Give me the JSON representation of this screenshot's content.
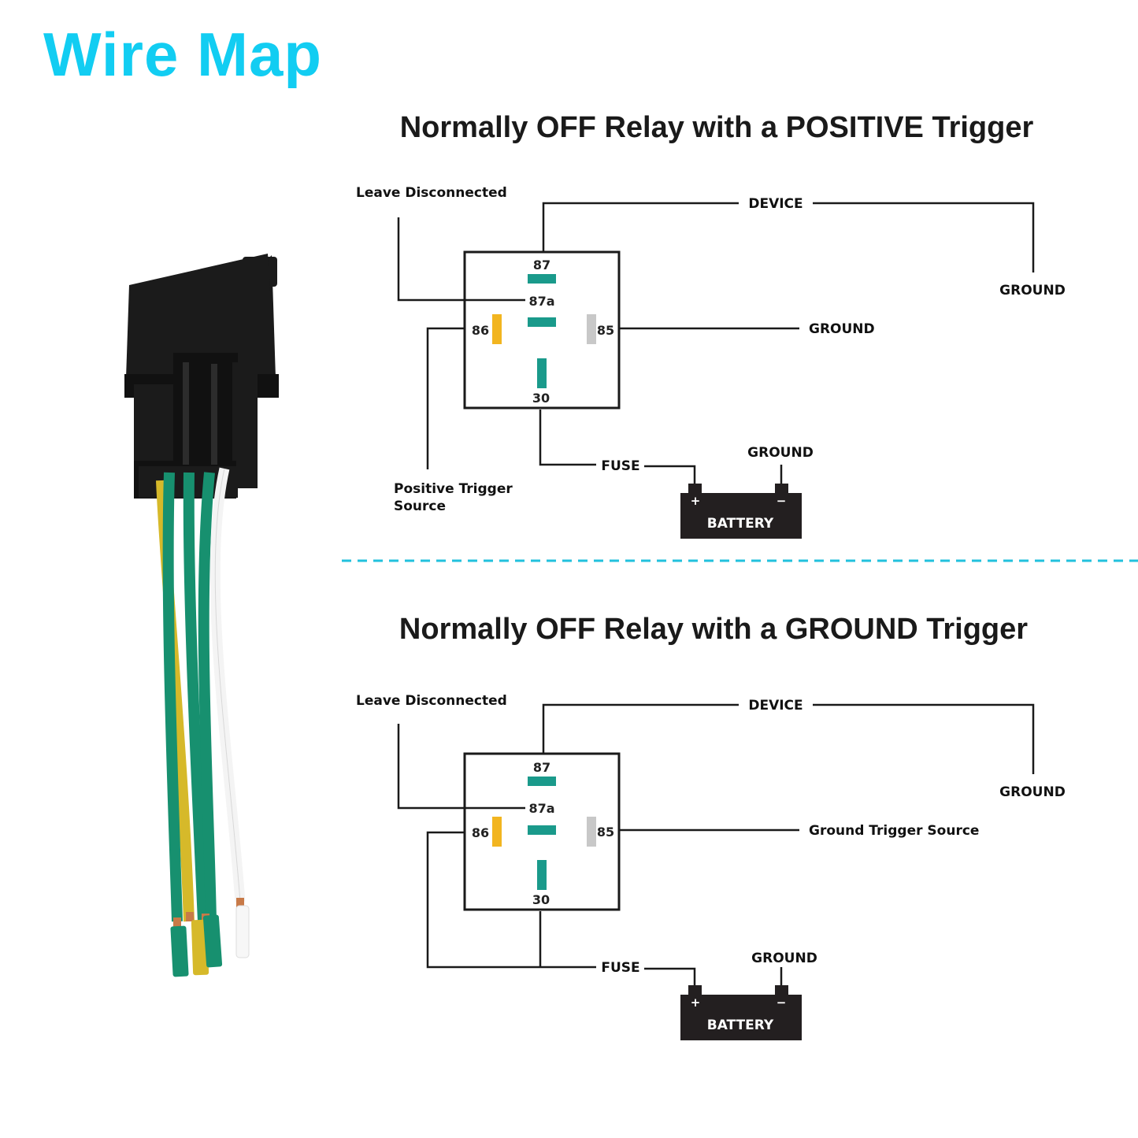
{
  "title": "Wire Map",
  "colors": {
    "title": "#12cdf2",
    "divider": "#22c1dd",
    "pin_contact": "#1a9a8b",
    "pin_86": "#f2b520",
    "pin_85": "#c8c8c8",
    "battery": "#231f20",
    "wire_green": "#17906f",
    "wire_yellow": "#d6b92a",
    "wire_white": "#f4f4f4",
    "relay_body": "#1b1b1b"
  },
  "photo": {
    "icon": "relay-with-wire-harness-photo"
  },
  "diagrams": [
    {
      "title": "Normally OFF Relay with a POSITIVE Trigger",
      "pins": {
        "p87": "87",
        "p87a": "87a",
        "p86": "86",
        "p85": "85",
        "p30": "30"
      },
      "labels": {
        "leave": "Leave Disconnected",
        "device": "DEVICE",
        "device_ground": "GROUND",
        "pin85_target": "GROUND",
        "trigger_line1": "Positive Trigger",
        "trigger_line2": "Source",
        "fuse": "FUSE",
        "battery_ground": "GROUND",
        "battery": "BATTERY",
        "plus": "+",
        "minus": "−"
      }
    },
    {
      "title": "Normally OFF Relay with a GROUND Trigger",
      "pins": {
        "p87": "87",
        "p87a": "87a",
        "p86": "86",
        "p85": "85",
        "p30": "30"
      },
      "labels": {
        "leave": "Leave Disconnected",
        "device": "DEVICE",
        "device_ground": "GROUND",
        "pin85_target": "Ground Trigger Source",
        "fuse": "FUSE",
        "battery_ground": "GROUND",
        "battery": "BATTERY",
        "plus": "+",
        "minus": "−"
      }
    }
  ]
}
